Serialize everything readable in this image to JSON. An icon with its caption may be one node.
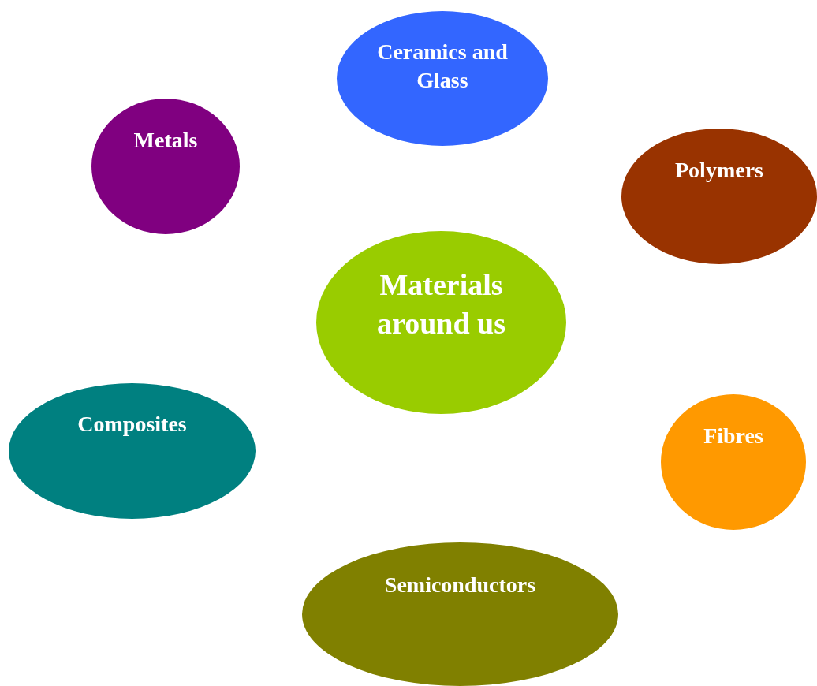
{
  "diagram": {
    "nodes": [
      {
        "text": [
          "Ceramics and Glass"
        ]
      },
      {
        "text": [
          "Metals"
        ]
      },
      {
        "text": [
          "Polymers"
        ]
      },
      {
        "text": [
          "Materials around us"
        ]
      },
      {
        "text": [
          "Composites"
        ]
      },
      {
        "text": [
          "Fibres"
        ]
      },
      {
        "text": [
          "Semiconductors"
        ]
      }
    ]
  }
}
